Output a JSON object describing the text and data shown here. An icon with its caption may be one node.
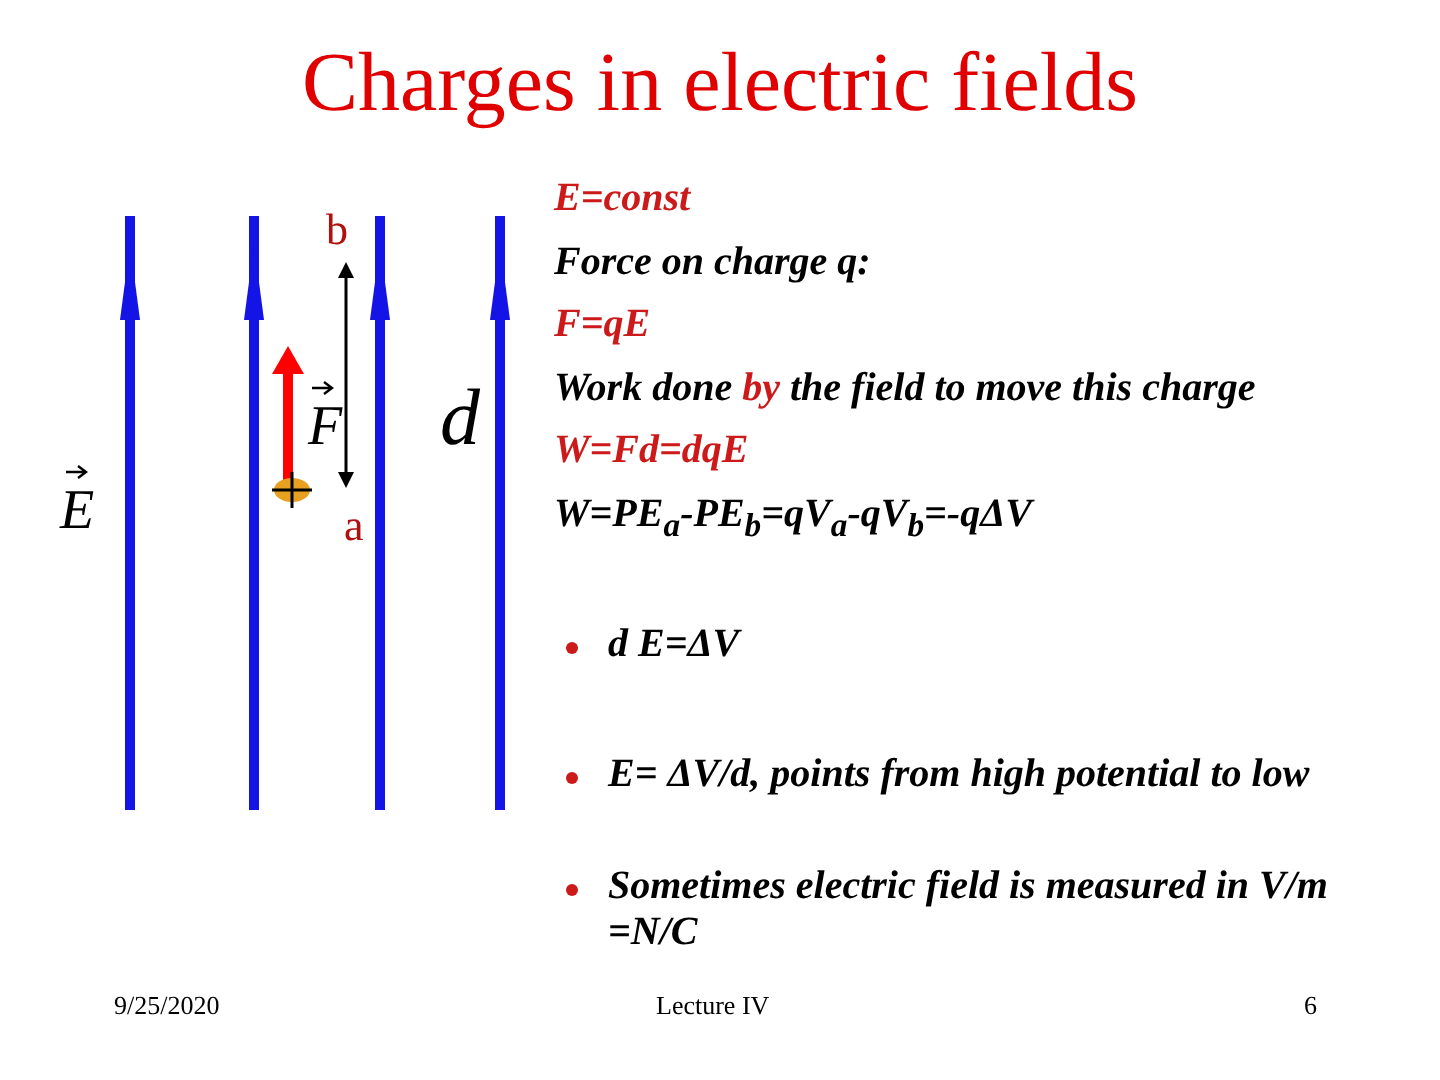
{
  "diagram": {
    "title": "Charges in electric fields",
    "labels": [
      "b",
      "E",
      "F",
      "d",
      "a",
      "E=const",
      "Force on charge q:",
      "F=qE",
      "Work done **by** the field to move this charge",
      "W=Fd=dqE",
      "W=PE$_{a}$-PE$_{b}$=qV$_{a}$-qV$_{b}$=-qΔV",
      "d E=ΔV",
      "E= ΔV/d, points from high potential to low",
      "Sometimes electric field is measured in V/m =N/C",
      "9/25/2020",
      "Lecture IV",
      "6"
    ]
  }
}
